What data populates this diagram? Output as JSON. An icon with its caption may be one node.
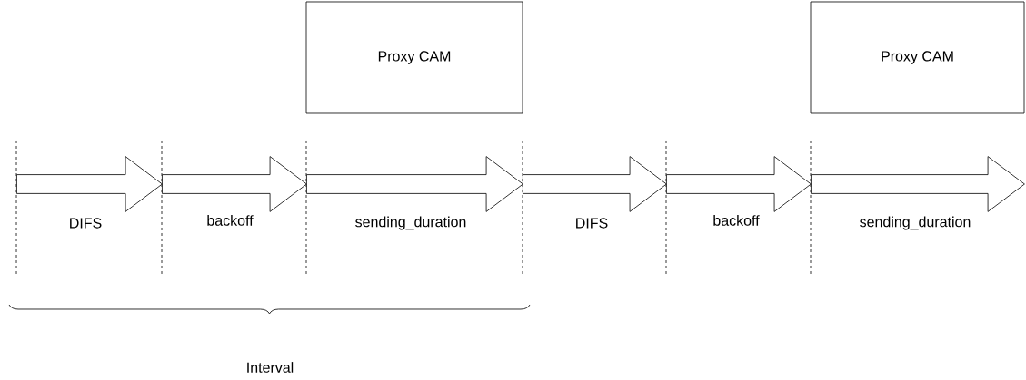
{
  "diagram": {
    "nodes": [
      {
        "text": [
          "Proxy CAM"
        ]
      },
      {
        "text": [
          "Proxy CAM"
        ]
      }
    ],
    "labels": [
      "DIFS",
      "backoff",
      "sending_duration",
      "DIFS",
      "backoff",
      "sending_duration",
      "Interval"
    ]
  }
}
